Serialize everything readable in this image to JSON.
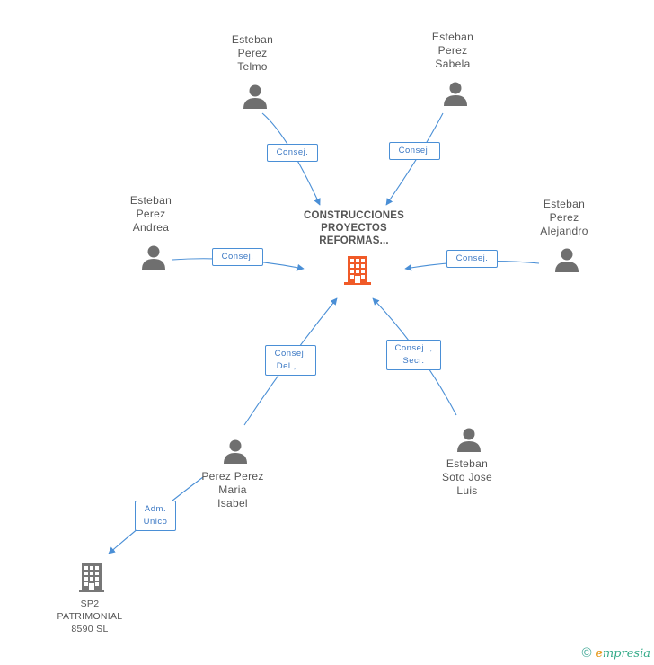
{
  "center": {
    "label": "CONSTRUCCIONES\nPROYECTOS\nREFORMAS..."
  },
  "persons": {
    "telmo": "Esteban\nPerez\nTelmo",
    "sabela": "Esteban\nPerez\nSabela",
    "andrea": "Esteban\nPerez\nAndrea",
    "alejandro": "Esteban\nPerez\nAlejandro",
    "isabel": "Perez Perez\nMaria\nIsabel",
    "luis": "Esteban\nSoto Jose\nLuis"
  },
  "company": {
    "label": "SP2\nPATRIMONIAL\n8590 SL"
  },
  "roles": {
    "telmo": "Consej.",
    "sabela": "Consej.",
    "andrea": "Consej.",
    "alejandro": "Consej.",
    "isabel": "Consej.\nDel.,...",
    "luis": "Consej. ,\nSecr.",
    "company": "Adm.\nUnico"
  },
  "footer": {
    "copyright": "©",
    "brand_e": "e",
    "brand_rest": "mpresia"
  },
  "colors": {
    "center": "#f05a28",
    "person": "#6f6f6f",
    "edge": "#4a8fd6",
    "company": "#777777"
  }
}
